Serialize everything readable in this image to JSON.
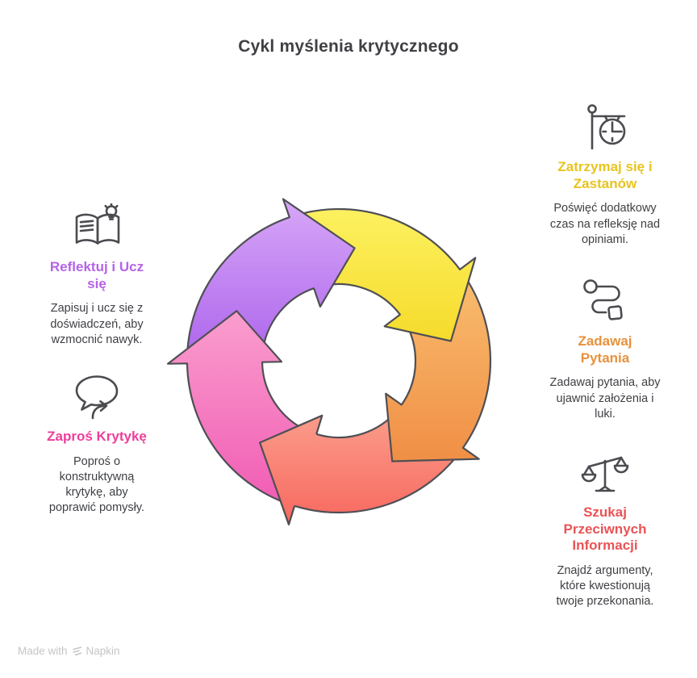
{
  "title": "Cykl myślenia krytycznego",
  "sections": {
    "right": [
      {
        "icon": "hanging-clock-icon",
        "heading": "Zatrzymaj się i\nZastanów",
        "heading_color": "#e7c41f",
        "body": "Poświęć dodatkowy\nczas na refleksję nad\nopiniami."
      },
      {
        "icon": "route-icon",
        "heading": "Zadawaj\nPytania",
        "heading_color": "#e8913c",
        "body": "Zadawaj pytania, aby\nujawnić założenia i\nluki."
      },
      {
        "icon": "scales-icon",
        "heading": "Szukaj\nPrzeciwnych\nInformacji",
        "heading_color": "#ea5355",
        "body": "Znajdź argumenty,\nktóre kwestionują\ntwoje przekonania."
      }
    ],
    "left": [
      {
        "icon": "book-lightbulb-icon",
        "heading": "Reflektuj i Ucz\nsię",
        "heading_color": "#b563e8",
        "body": "Zapisuj i ucz się z\ndoświadczeń, aby\nwzmocnić nawyk."
      },
      {
        "icon": "chat-arrow-icon",
        "heading": "Zaproś Krytykę",
        "heading_color": "#ee3e9c",
        "body": "Poproś o\nkonstruktywną\nkrytykę, aby\npoprawić pomysły."
      }
    ]
  },
  "cycle": {
    "stroke": "#4f4f55",
    "arrows": [
      {
        "name": "salmon",
        "tip": -134,
        "light": "#fba18e",
        "dark": "#f7685f"
      },
      {
        "name": "orange",
        "tip": -62,
        "light": "#f9be70",
        "dark": "#f08f45"
      },
      {
        "name": "yellow",
        "tip": 10,
        "light": "#fcf160",
        "dark": "#f6db2b"
      },
      {
        "name": "purple",
        "tip": 82,
        "light": "#d7a7f7",
        "dark": "#ac63ec"
      },
      {
        "name": "pink",
        "tip": 154,
        "light": "#fa9ece",
        "dark": "#f15cb4"
      }
    ]
  },
  "footer": {
    "made_with": "Made with",
    "brand": "Napkin"
  }
}
